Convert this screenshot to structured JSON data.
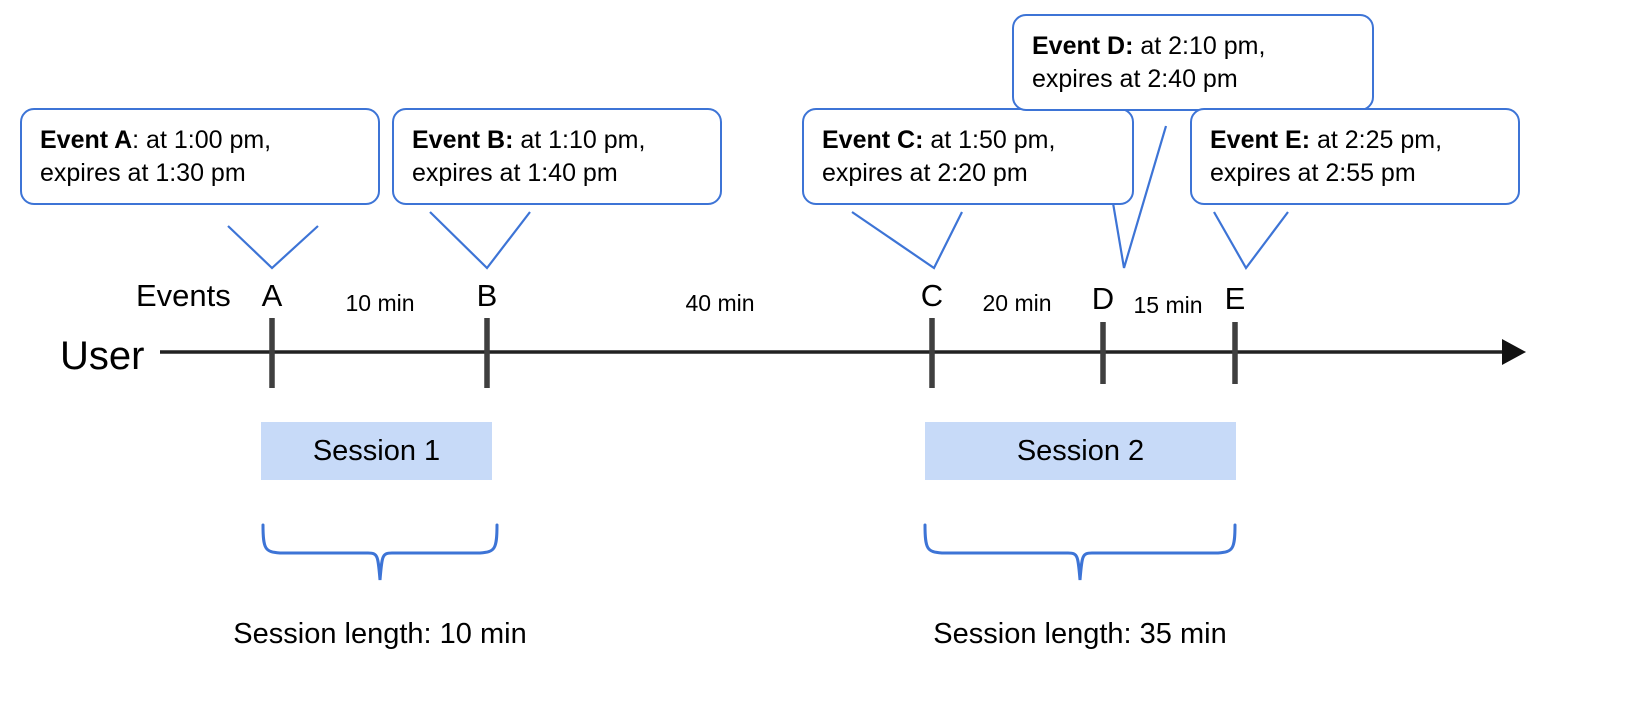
{
  "diagram": {
    "title_row_label": "Events",
    "actor_label": "User",
    "timeline_arrow": "right-arrow"
  },
  "callouts": [
    {
      "id": "A",
      "lead": "Event A",
      "sep": ":",
      "line1": " at 1:00 pm,",
      "line2": "expires at 1:30 pm",
      "bold_colon": false
    },
    {
      "id": "B",
      "lead": "Event B:",
      "sep": "",
      "line1": " at 1:10 pm,",
      "line2": "expires at 1:40 pm",
      "bold_colon": true
    },
    {
      "id": "C",
      "lead": "Event C:",
      "sep": "",
      "line1": " at 1:50 pm,",
      "line2": "expires at 2:20 pm",
      "bold_colon": true
    },
    {
      "id": "D",
      "lead": "Event D:",
      "sep": "",
      "line1": " at 2:10 pm,",
      "line2": "expires at 2:40 pm",
      "bold_colon": true
    },
    {
      "id": "E",
      "lead": "Event E:",
      "sep": "",
      "line1": " at 2:25 pm,",
      "line2": "expires at 2:55 pm",
      "bold_colon": true
    }
  ],
  "ticks": [
    {
      "label": "A"
    },
    {
      "label": "B"
    },
    {
      "label": "C"
    },
    {
      "label": "D"
    },
    {
      "label": "E"
    }
  ],
  "gaps": [
    {
      "label": "10 min"
    },
    {
      "label": "40 min"
    },
    {
      "label": "20 min"
    },
    {
      "label": "15 min"
    }
  ],
  "sessions": [
    {
      "name": "Session 1",
      "length_caption": "Session length: 10 min"
    },
    {
      "name": "Session 2",
      "length_caption": "Session length: 35 min"
    }
  ],
  "colors": {
    "callout_border": "#3d74d6",
    "session_fill": "#c7daf8",
    "brace": "#3d74d6",
    "axis": "#222222",
    "tick": "#3f3f3f",
    "text": "#000000",
    "background": "#ffffff"
  }
}
